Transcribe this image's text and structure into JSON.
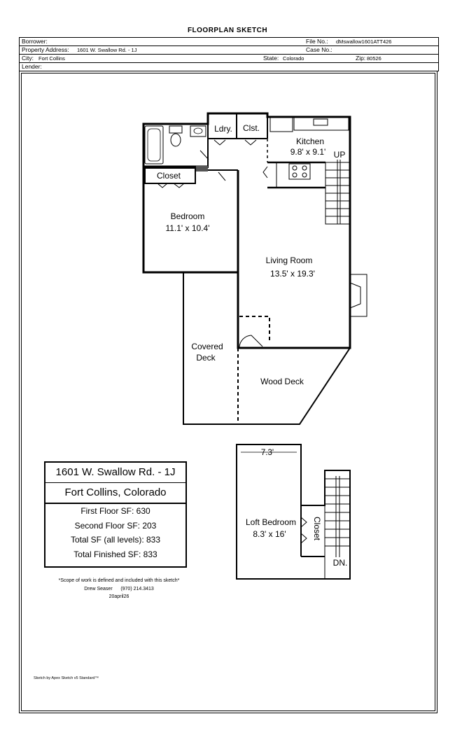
{
  "header": {
    "title": "FLOORPLAN SKETCH",
    "borrower_label": "Borrower:",
    "file_no_label": "File No.:",
    "file_no": "dMswallow1601ATT426",
    "property_label": "Property Address:",
    "property": "1601 W. Swallow Rd. - 1J",
    "case_no_label": "Case No.:",
    "city_label": "City:",
    "city": "Fort Collins",
    "state_label": "State:",
    "state": "Colorado",
    "zip_label": "Zip:",
    "zip": "80526",
    "lender_label": "Lender:"
  },
  "rooms": {
    "laundry": "Ldry.",
    "closet_top": "Clst.",
    "kitchen": "Kitchen",
    "kitchen_dim": "9.8' x 9.1'",
    "up": "UP",
    "closet_bed": "Closet",
    "bedroom": "Bedroom",
    "bedroom_dim": "11.1' x 10.4'",
    "living": "Living Room",
    "living_dim": "13.5' x 19.3'",
    "covered_deck_1": "Covered",
    "covered_deck_2": "Deck",
    "wood_deck": "Wood Deck",
    "loft_width": "7.3'",
    "loft": "Loft Bedroom",
    "loft_dim": "8.3' x 16'",
    "loft_closet": "Closet",
    "down": "DN."
  },
  "summary": {
    "address": "1601 W. Swallow Rd. - 1J",
    "city": "Fort Collins, Colorado",
    "first_floor": "First Floor SF: 630",
    "second_floor": "Second Floor SF: 203",
    "total": "Total SF (all levels): 833",
    "finished": "Total Finished SF: 833"
  },
  "notes": {
    "scope": "*Scope of work is defined and included with this sketch*",
    "contact": "Drew Seaser      (970) 214.3413",
    "date": "20april26"
  },
  "credit": "Sketch by Apex Sketch v5 Standard™"
}
